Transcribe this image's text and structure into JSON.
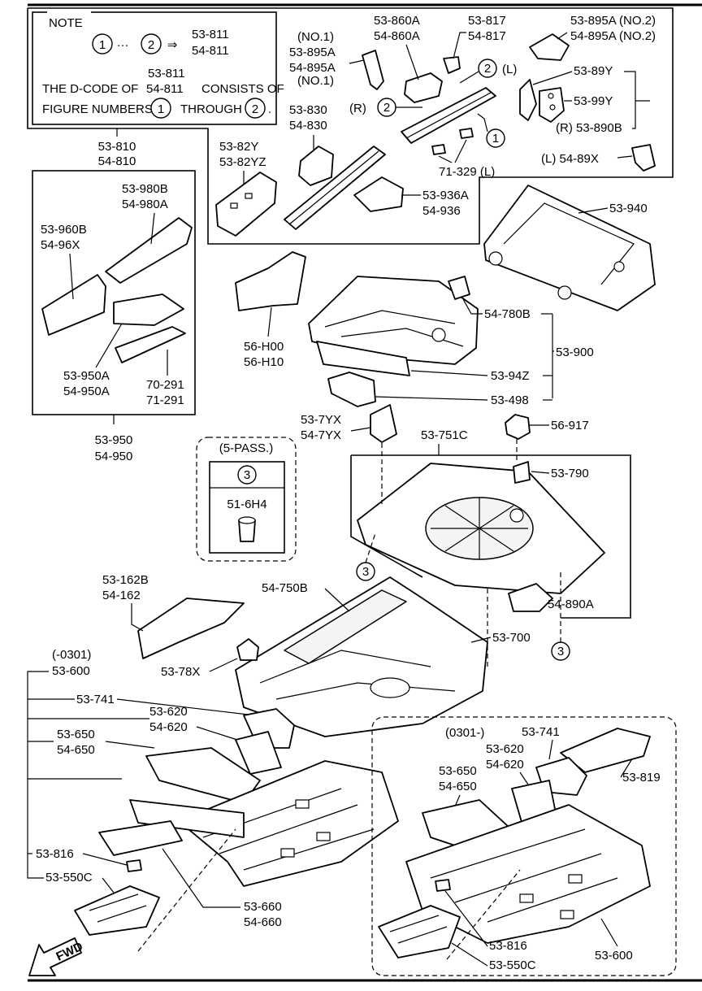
{
  "note": {
    "title": "NOTE",
    "range_start": "1",
    "range_dots": "···",
    "range_end": "2",
    "arrow": "⇒",
    "codes": [
      "53-811",
      "54-811"
    ],
    "line1_pre": "THE D-CODE OF",
    "line1_post": "CONSISTS OF",
    "line2_pre": "FIGURE NUMBERS",
    "line2_mid": "THROUGH",
    "line2_end": "."
  },
  "groups": {
    "upper_box_label": [
      "53-810",
      "54-810"
    ],
    "left_box_label": [
      "53-950",
      "54-950"
    ],
    "pass5_title": "(5-PASS.)",
    "pass5_num": "3",
    "pass5_part": "51-6H4",
    "later_box_title": "(0301-)",
    "early_label": [
      "(-0301)",
      "53-600"
    ],
    "fwd": "FWD"
  },
  "callouts": [
    "1",
    "2",
    "2",
    "3",
    "3"
  ],
  "labels": {
    "p860": [
      "53-860A",
      "54-860A"
    ],
    "p817": [
      "53-817",
      "54-817"
    ],
    "p895_left": [
      "(NO.1)",
      "53-895A",
      "54-895A",
      "(NO.1)"
    ],
    "p895_right": [
      "53-895A (NO.2)",
      "54-895A (NO.2)"
    ],
    "p2_left": "(L)",
    "p2_right": "(R)",
    "p89y": "53-89Y",
    "p99y": "53-99Y",
    "p890b": "(R) 53-890B",
    "p89x": "(L) 54-89X",
    "p830": [
      "53-830",
      "54-830"
    ],
    "p82y": [
      "53-82Y",
      "53-82YZ"
    ],
    "p329": "71-329 (L)",
    "p936": [
      "53-936A",
      "54-936"
    ],
    "p940": "53-940",
    "p980": [
      "53-980B",
      "54-980A"
    ],
    "p960": [
      "53-960B",
      "54-96X"
    ],
    "p950a": [
      "53-950A",
      "54-950A"
    ],
    "p291": [
      "70-291",
      "71-291"
    ],
    "ph00": [
      "56-H00",
      "56-H10"
    ],
    "p780": "54-780B",
    "p900": "53-900",
    "p94z": "53-94Z",
    "p498": "53-498",
    "p7yx": [
      "53-7YX",
      "54-7YX"
    ],
    "p751": "53-751C",
    "p917": "56-917",
    "p790": "53-790",
    "p890a": "54-890A",
    "p700": "53-700",
    "p162": [
      "53-162B",
      "54-162"
    ],
    "p750": "54-750B",
    "p78x": "53-78X",
    "p741a": "53-741",
    "p620a": [
      "53-620",
      "54-620"
    ],
    "p650a": [
      "53-650",
      "54-650"
    ],
    "p816a": "53-816",
    "p550a": "53-550C",
    "p660": [
      "53-660",
      "54-660"
    ],
    "p741b": "53-741",
    "p620b": [
      "53-620",
      "54-620"
    ],
    "p650b": [
      "53-650",
      "54-650"
    ],
    "p819": "53-819",
    "p816b": "53-816",
    "p550b": "53-550C",
    "p600b": "53-600"
  }
}
